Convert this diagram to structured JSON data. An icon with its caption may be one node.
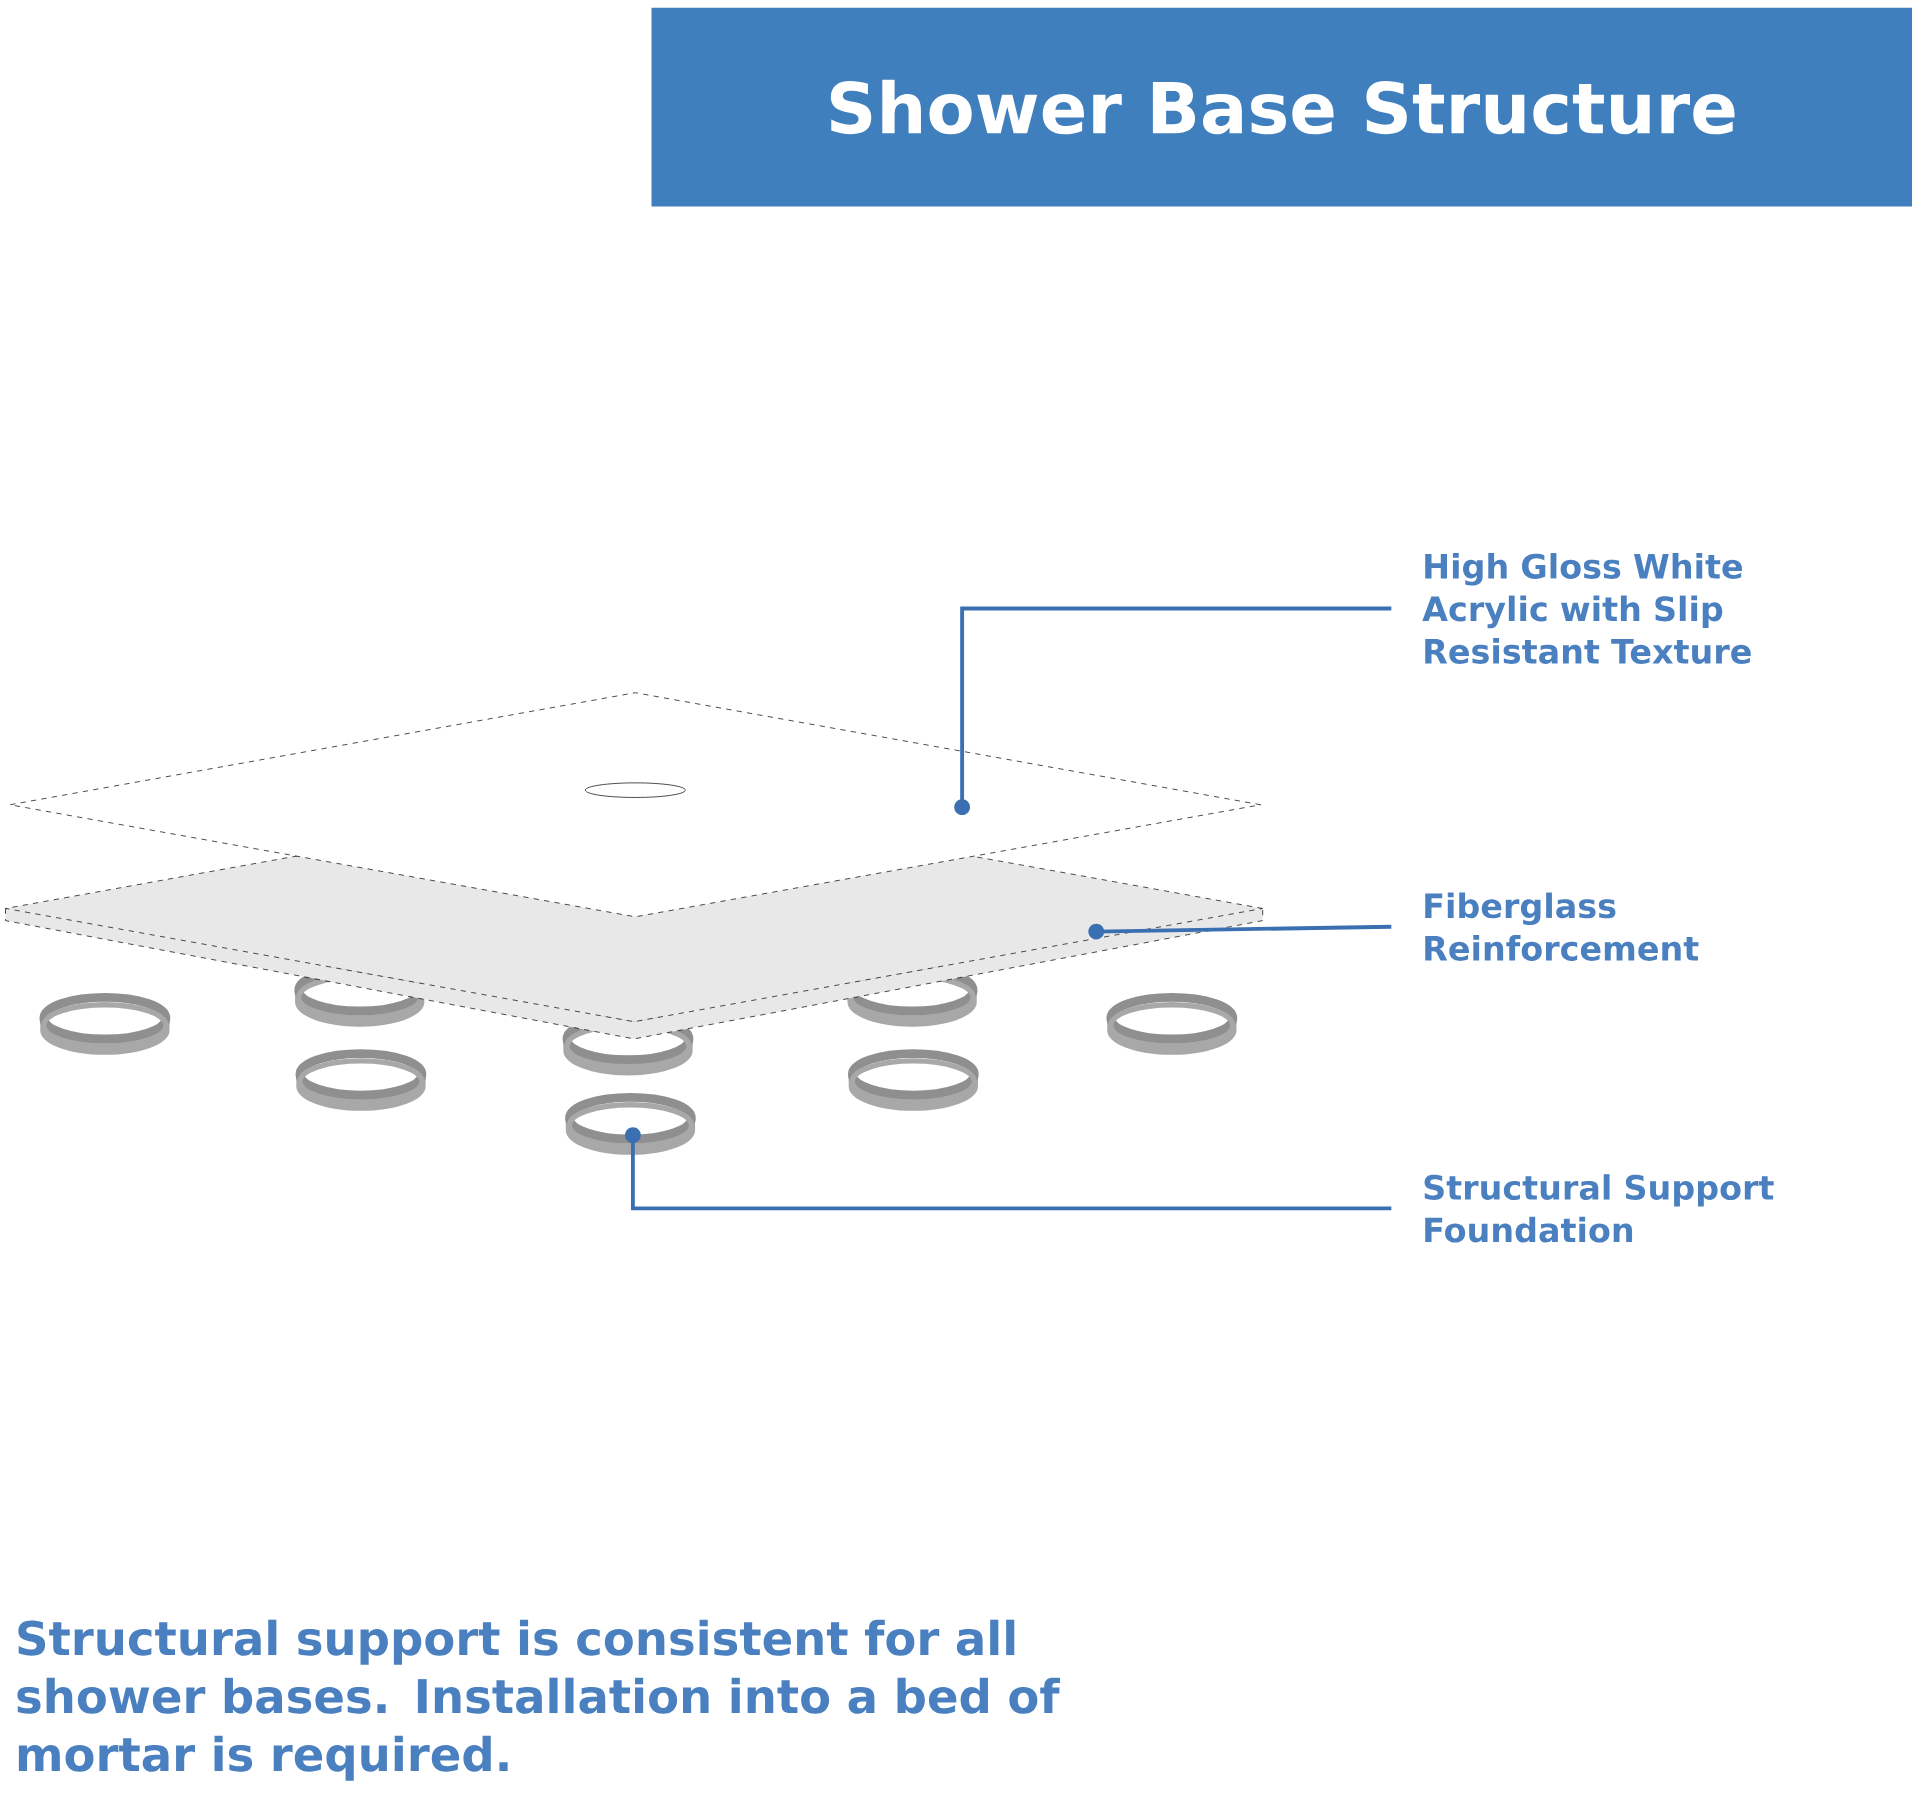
{
  "diagram": {
    "title": "Shower Base Structure",
    "caption": "Structural support is consistent for all shower bases. Installation into a bed of mortar is required.",
    "nodes": [
      {
        "text": [
          "High Gloss White Acrylic with Slip Resistant Texture"
        ]
      },
      {
        "text": [
          "Fiberglass Reinforcement"
        ]
      },
      {
        "text": [
          "Structural Support Foundation"
        ]
      },
      {
        "text": [],
        "shape": "diamond"
      },
      {
        "text": [],
        "shape": "diamond"
      },
      {
        "text": [],
        "shape": "ring"
      }
    ],
    "edges": [
      {
        "from": 0,
        "to": 3,
        "arrow": "other"
      },
      {
        "from": 1,
        "to": 4,
        "arrow": "other"
      },
      {
        "from": 2,
        "to": 5,
        "arrow": "other"
      }
    ]
  }
}
